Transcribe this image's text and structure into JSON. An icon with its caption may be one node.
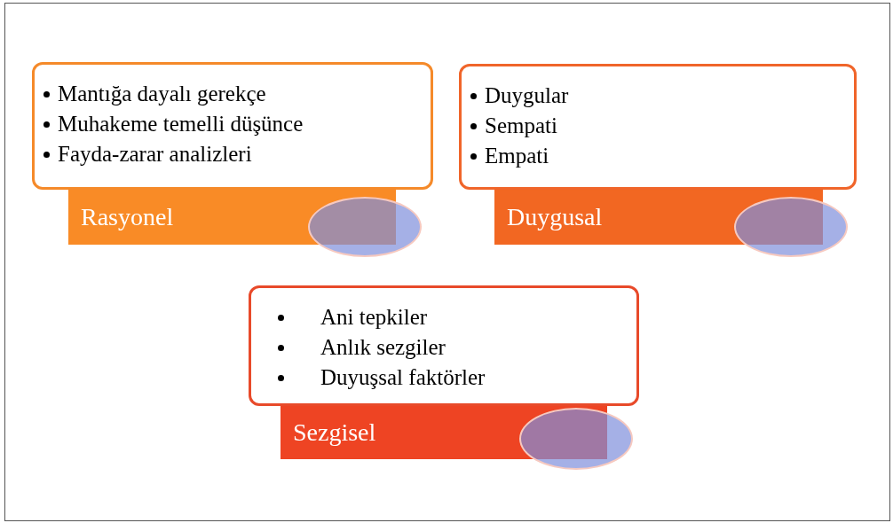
{
  "diagram": {
    "nodes": [
      {
        "text": [
          "Mantığa dayalı gerekçe",
          "Muhakeme temelli düşünce",
          "Fayda-zarar analizleri"
        ]
      },
      {
        "text": [
          "Rasyonel"
        ]
      },
      {
        "text": [],
        "shape": "ellipse"
      },
      {
        "text": [
          "Duygular",
          "Sempati",
          "Empati"
        ]
      },
      {
        "text": [
          "Duygusal"
        ]
      },
      {
        "text": [],
        "shape": "ellipse"
      },
      {
        "text": [
          "Ani tepkiler",
          "Anlık sezgiler",
          "Duyuşsal faktörler"
        ]
      },
      {
        "text": [
          "Sezgisel"
        ]
      },
      {
        "text": [],
        "shape": "ellipse"
      }
    ]
  }
}
